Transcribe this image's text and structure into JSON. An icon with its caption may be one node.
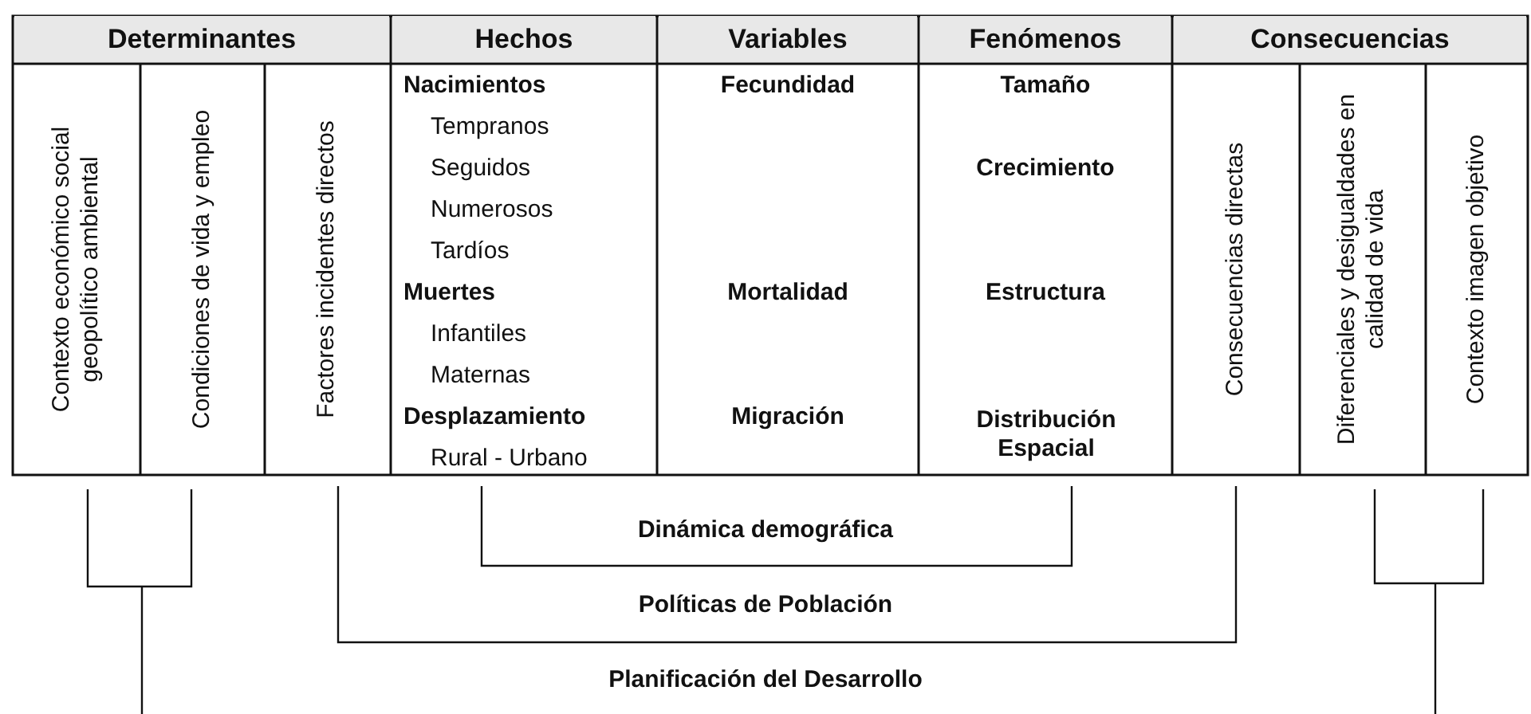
{
  "diagram": {
    "labels": [
      "Determinantes",
      "Hechos",
      "Variables",
      "Fenómenos",
      "Consecuencias",
      "Contexto económico social geopolítico ambiental",
      "Condiciones de vida y empleo",
      "Factores incidentes directos",
      "Nacimientos",
      "Tempranos",
      "Seguidos",
      "Numerosos",
      "Tardíos",
      "Muertes",
      "Infantiles",
      "Maternas",
      "Desplazamiento",
      "Rural - Urbano",
      "Fecundidad",
      "Mortalidad",
      "Migración",
      "Tamaño",
      "Crecimiento",
      "Estructura",
      "Distribución Espacial",
      "Consecuencias directas",
      "Diferenciales y desigualdades en calidad de vida",
      "Contexto imagen objetivo",
      "Dinámica demográfica",
      "Políticas de Población",
      "Planificación del Desarrollo"
    ]
  }
}
